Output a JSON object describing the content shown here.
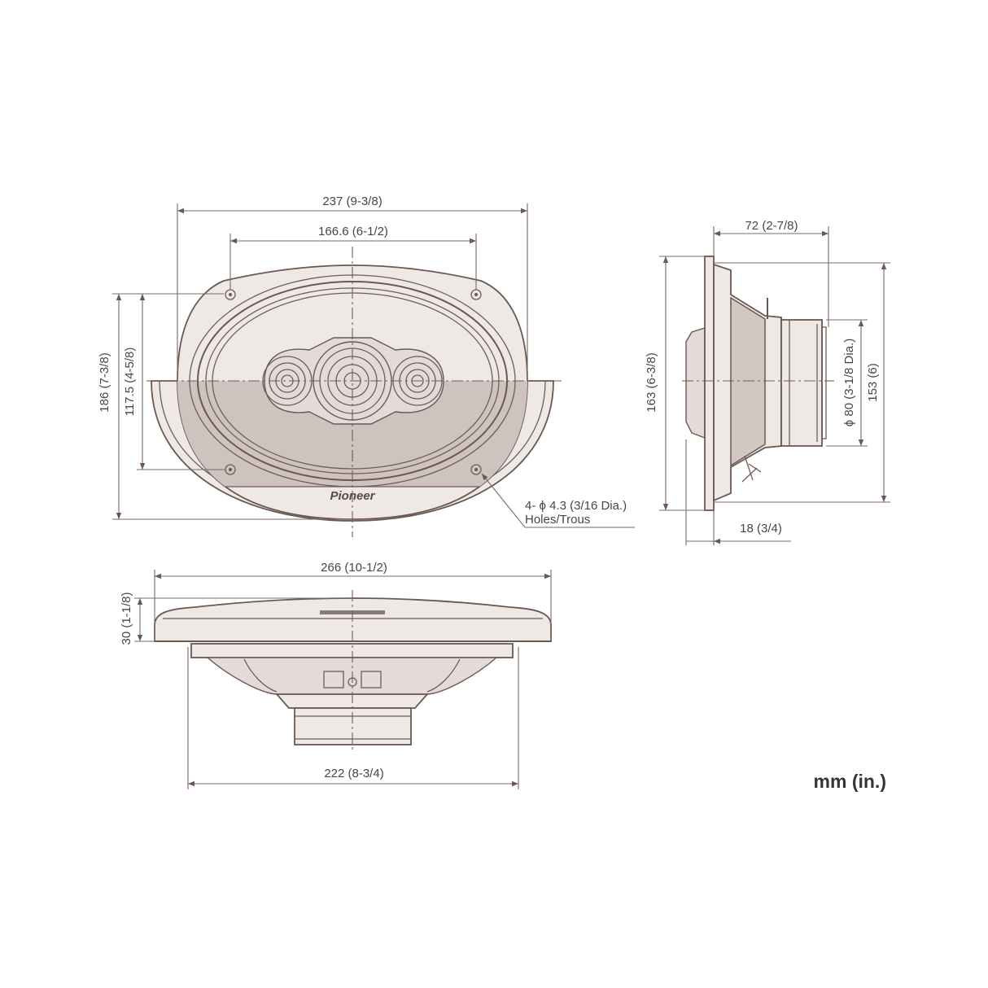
{
  "brand_logo": "Pioneer",
  "front_view": {
    "width_outer": "237 (9-3/8)",
    "width_holes": "166.6 (6-1/2)",
    "height_outer": "186 (7-3/8)",
    "height_holes": "117.5 (4-5/8)",
    "holes_label_line1": "4- ϕ 4.3 (3/16 Dia.)",
    "holes_label_line2": "Holes/Trous"
  },
  "side_view": {
    "depth": "72 (2-7/8)",
    "height_outer": "163 (6-3/8)",
    "height_inner": "153 (6)",
    "magnet_dia": "ϕ 80 (3-1/8 Dia.)",
    "protrusion": "18 (3/4)"
  },
  "bottom_view": {
    "width_outer": "266 (10-1/2)",
    "rim_height": "30 (1-1/8)",
    "width_basket": "222 (8-3/4)"
  },
  "units": "mm (in.)",
  "colors": {
    "line": "#6e5d58",
    "fill_light": "#efe9e6",
    "fill_shade": "#d3c7c3"
  }
}
